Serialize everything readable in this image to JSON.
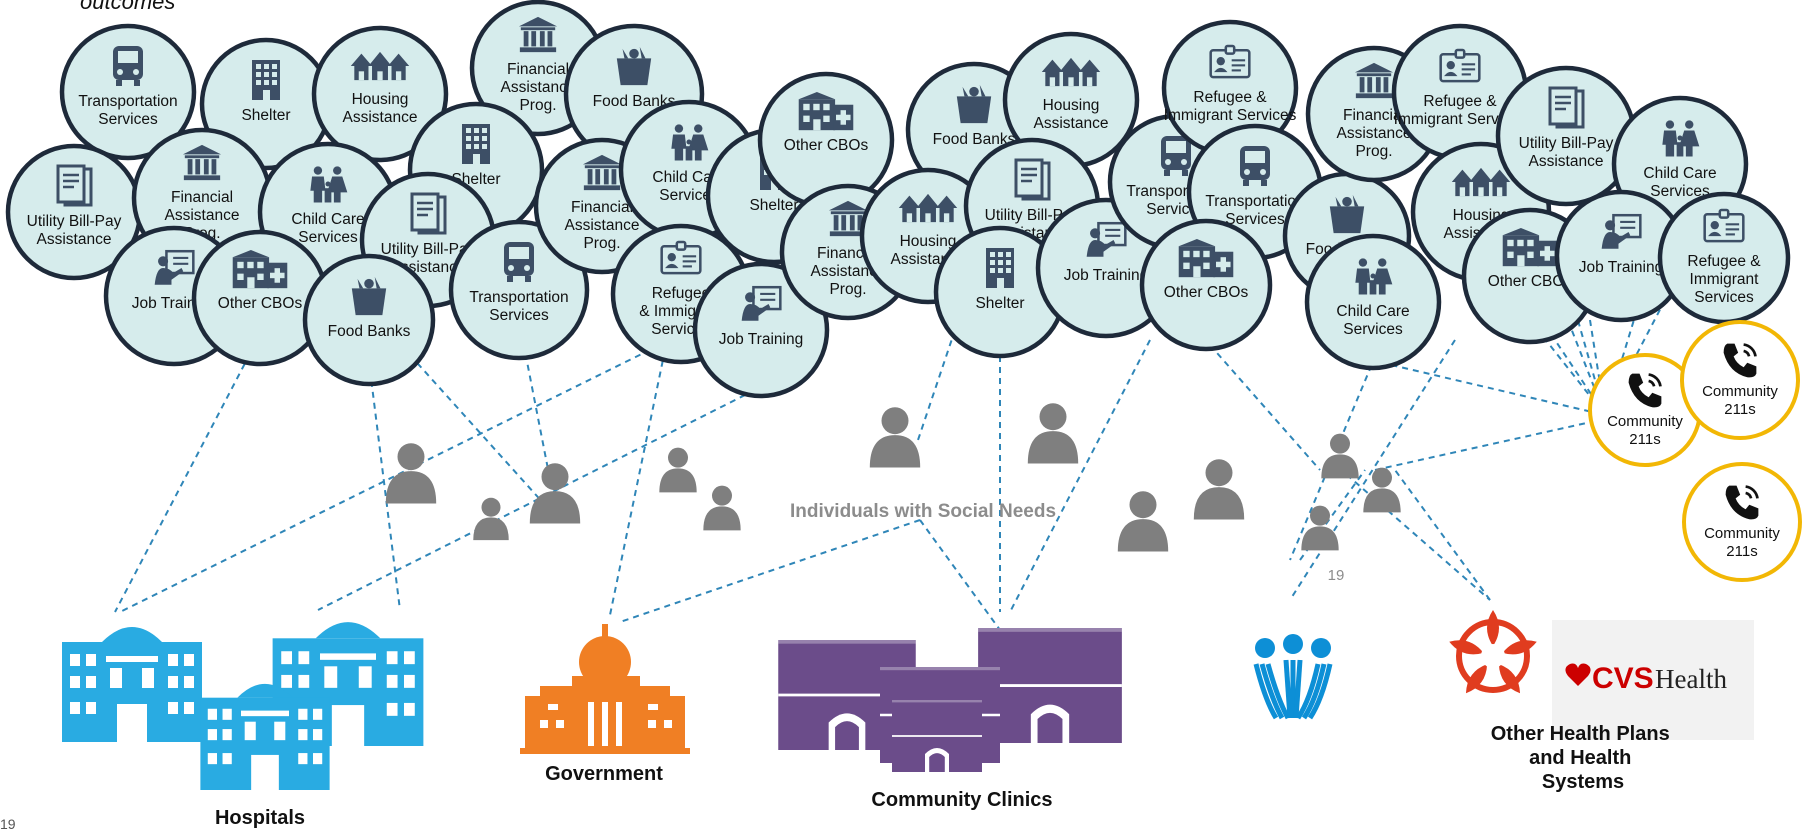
{
  "header": {
    "subtitle_fragment": "outcomes"
  },
  "page_number": "19",
  "page_number_center": "19",
  "center_label": "Individuals with Social Needs",
  "services": [
    {
      "id": "s1",
      "label": [
        "Transportation",
        "Services"
      ],
      "icon": "bus-icon"
    },
    {
      "id": "s2",
      "label": [
        "Shelter"
      ],
      "icon": "building-icon"
    },
    {
      "id": "s3",
      "label": [
        "Housing",
        "Assistance"
      ],
      "icon": "houses-icon"
    },
    {
      "id": "s4",
      "label": [
        "Financial",
        "Assistance",
        "Prog."
      ],
      "icon": "bank-icon"
    },
    {
      "id": "s5",
      "label": [
        "Food Banks"
      ],
      "icon": "grocery-bag-icon"
    },
    {
      "id": "s6",
      "label": [
        "Utility Bill-Pay",
        "Assistance"
      ],
      "icon": "bill-icon"
    },
    {
      "id": "s7",
      "label": [
        "Financial",
        "Assistance",
        "Prog."
      ],
      "icon": "bank-icon"
    },
    {
      "id": "s8",
      "label": [
        "Child Care",
        "Services"
      ],
      "icon": "family-icon"
    },
    {
      "id": "s9",
      "label": [
        "Shelter"
      ],
      "icon": "building-icon"
    },
    {
      "id": "s10",
      "label": [
        "Utility Bill-Pay",
        "Assistance"
      ],
      "icon": "bill-icon"
    },
    {
      "id": "s11",
      "label": [
        "Job Training"
      ],
      "icon": "teacher-icon"
    },
    {
      "id": "s12",
      "label": [
        "Other CBOs"
      ],
      "icon": "clinic-icon"
    },
    {
      "id": "s13",
      "label": [
        "Food Banks"
      ],
      "icon": "grocery-bag-icon"
    },
    {
      "id": "s14",
      "label": [
        "Transportation",
        "Services"
      ],
      "icon": "bus-icon"
    },
    {
      "id": "s15",
      "label": [
        "Financial",
        "Assistance",
        "Prog."
      ],
      "icon": "bank-icon"
    },
    {
      "id": "s16",
      "label": [
        "Child Care",
        "Services"
      ],
      "icon": "family-icon"
    },
    {
      "id": "s17",
      "label": [
        "Refugee",
        "& Immigrant",
        "Services"
      ],
      "icon": "id-card-icon"
    },
    {
      "id": "s18",
      "label": [
        "Job Training"
      ],
      "icon": "teacher-icon"
    },
    {
      "id": "s19",
      "label": [
        "Shelter"
      ],
      "icon": "building-icon"
    },
    {
      "id": "s20",
      "label": [
        "Other CBOs"
      ],
      "icon": "clinic-icon"
    },
    {
      "id": "s21",
      "label": [
        "Financial",
        "Assistance",
        "Prog."
      ],
      "icon": "bank-icon"
    },
    {
      "id": "s22",
      "label": [
        "Food Banks"
      ],
      "icon": "grocery-bag-icon"
    },
    {
      "id": "s23",
      "label": [
        "Housing",
        "Assistance"
      ],
      "icon": "houses-icon"
    },
    {
      "id": "s24",
      "label": [
        "Housing",
        "Assistance"
      ],
      "icon": "houses-icon"
    },
    {
      "id": "s25",
      "label": [
        "Utility Bill-Pay",
        "Assistance"
      ],
      "icon": "bill-icon"
    },
    {
      "id": "s26",
      "label": [
        "Shelter"
      ],
      "icon": "building-icon"
    },
    {
      "id": "s27",
      "label": [
        "Job Training"
      ],
      "icon": "teacher-icon"
    },
    {
      "id": "s28",
      "label": [
        "Transportation",
        "Services"
      ],
      "icon": "bus-icon"
    },
    {
      "id": "s29",
      "label": [
        "Refugee &",
        "Immigrant Services"
      ],
      "icon": "id-card-icon"
    },
    {
      "id": "s30",
      "label": [
        "Transportation",
        "Services"
      ],
      "icon": "bus-icon"
    },
    {
      "id": "s31",
      "label": [
        "Other CBOs"
      ],
      "icon": "clinic-icon"
    },
    {
      "id": "s32",
      "label": [
        "Food Banks"
      ],
      "icon": "grocery-bag-icon"
    },
    {
      "id": "s33",
      "label": [
        "Financial",
        "Assistance",
        "Prog."
      ],
      "icon": "bank-icon"
    },
    {
      "id": "s34",
      "label": [
        "Refugee &",
        "Immigrant Services"
      ],
      "icon": "id-card-icon"
    },
    {
      "id": "s35",
      "label": [
        "Housing",
        "Assistance"
      ],
      "icon": "houses-icon"
    },
    {
      "id": "s36",
      "label": [
        "Child Care",
        "Services"
      ],
      "icon": "family-icon"
    },
    {
      "id": "s37",
      "label": [
        "Utility Bill-Pay",
        "Assistance"
      ],
      "icon": "bill-icon"
    },
    {
      "id": "s38",
      "label": [
        "Child Care",
        "Services"
      ],
      "icon": "family-icon"
    },
    {
      "id": "s39",
      "label": [
        "Other CBOs"
      ],
      "icon": "clinic-icon"
    },
    {
      "id": "s40",
      "label": [
        "Job Training"
      ],
      "icon": "teacher-icon"
    },
    {
      "id": "s41",
      "label": [
        "Refugee &",
        "Immigrant",
        "Services"
      ],
      "icon": "id-card-icon"
    }
  ],
  "community_211": [
    {
      "id": "c1",
      "label": [
        "Community",
        "211s"
      ],
      "icon": "phone-icon"
    },
    {
      "id": "c2",
      "label": [
        "Community",
        "211s"
      ],
      "icon": "phone-icon"
    },
    {
      "id": "c3",
      "label": [
        "Community",
        "211s"
      ],
      "icon": "phone-icon"
    }
  ],
  "stakeholders": {
    "hospitals": "Hospitals",
    "government": "Government",
    "clinics": "Community Clinics",
    "health_plans": [
      "Other Health Plans",
      "and Health",
      "Systems"
    ]
  },
  "logos": {
    "cvs": {
      "prefix": "CVS",
      "suffix": "Health",
      "color": "#cc0000"
    }
  },
  "colors": {
    "bubble_fill": "#d6ecec",
    "bubble_stroke": "#1e2a3a",
    "connector": "#2f86b8",
    "hospital": "#29abe2",
    "government": "#f07f24",
    "clinic": "#6b4c8a",
    "kaiser": "#0d8fd6",
    "person": "#7f7f7f",
    "phone_ring": "#f2b705"
  }
}
